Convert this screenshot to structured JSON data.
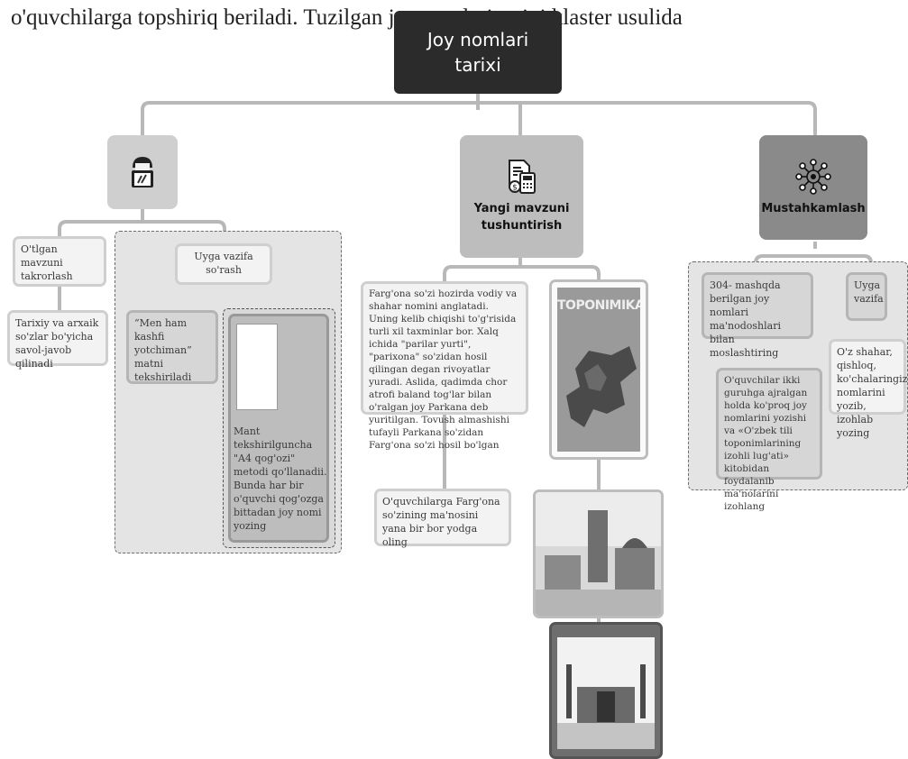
{
  "intro_text": "o'quvchilarga topshiriq beriladi. Tuzilgan joy nomlari tarixi klaster usulida",
  "title": "Joy nomlari tarixi",
  "branches": {
    "left": {
      "label": ""
    },
    "middle": {
      "label": "Yangi mavzuni tushuntirish"
    },
    "right": {
      "label": "Mustahkamlash"
    }
  },
  "left": {
    "review": "O'tlgan mavzuni takrorlash",
    "review_child": "Tarixiy va arxaik so'zlar bo'yicha savol-javob qilinadi",
    "homework_check": "Uyga vazifa so'rash",
    "explorer": "“Men ham kashfi yotchiman” matni tekshiriladi",
    "a4_method": "Mant tekshirilguncha \"A4 qog'ozi\" metodi qo'llanadii. Bunda har bir o'quvchi qog'ozga bittadan joy nomi yozing"
  },
  "middle": {
    "explanation": "Farg'ona so'zi hozirda vodiy va shahar nomini anglatadi. Uning kelib chiqishi to'g'risida turli xil taxminlar bor. Xalq ichida \"parilar yurti\", \"parixona\" so'zidan hosil qilingan degan rivoyatlar yuradi. Aslida, qadimda chor atrofi baland tog'lar bilan o'ralgan joy Parkana deb yuritilgan. Tovush almashishi tufayli Parkana so'zidan Farg'ona so'zi hosil bo'lgan",
    "recall_task": "O'quvchilarga Farg'ona so'zining ma'nosini yana bir bor yodga oling",
    "book_title": "TOPONIMIKA"
  },
  "right": {
    "exercise": "304- mashqda berilgan joy nomlari ma'nodoshlari bilan moslashtiring",
    "homework": "Uyga vazifa",
    "group_work": "O'quvchilar ikki guruhga ajralgan holda ko'proq joy nomlarini yozishi va «O'zbek tili toponimlarining izohli lug'ati» kitobidan foydalanib ma'nolarini izohlang",
    "homework_task": "O'z shahar, qishloq, ko'chalaringiz nomlarini yozib, izohlab yozing"
  }
}
